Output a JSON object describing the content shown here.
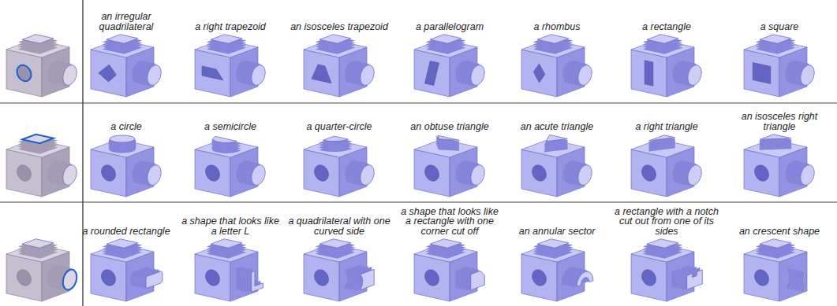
{
  "diagram": {
    "labels": [
      "an irregular quadrilateral",
      "a right trapezoid",
      "an isosceles trapezoid",
      "a parallelogram",
      "a rhombus",
      "a rectangle",
      "a square",
      "a circle",
      "a semicircle",
      "a quarter-circle",
      "an obtuse triangle",
      "an acute triangle",
      "a right triangle",
      "an isosceles right triangle",
      "a rounded rectangle",
      "a shape that looks like a letter L",
      "a quadrilateral with one curved side",
      "a shape that looks like a rectangle with one corner cut off",
      "an annular sector",
      "a rectangle with a notch cut out from one of its sides",
      "an crescent shape"
    ]
  }
}
